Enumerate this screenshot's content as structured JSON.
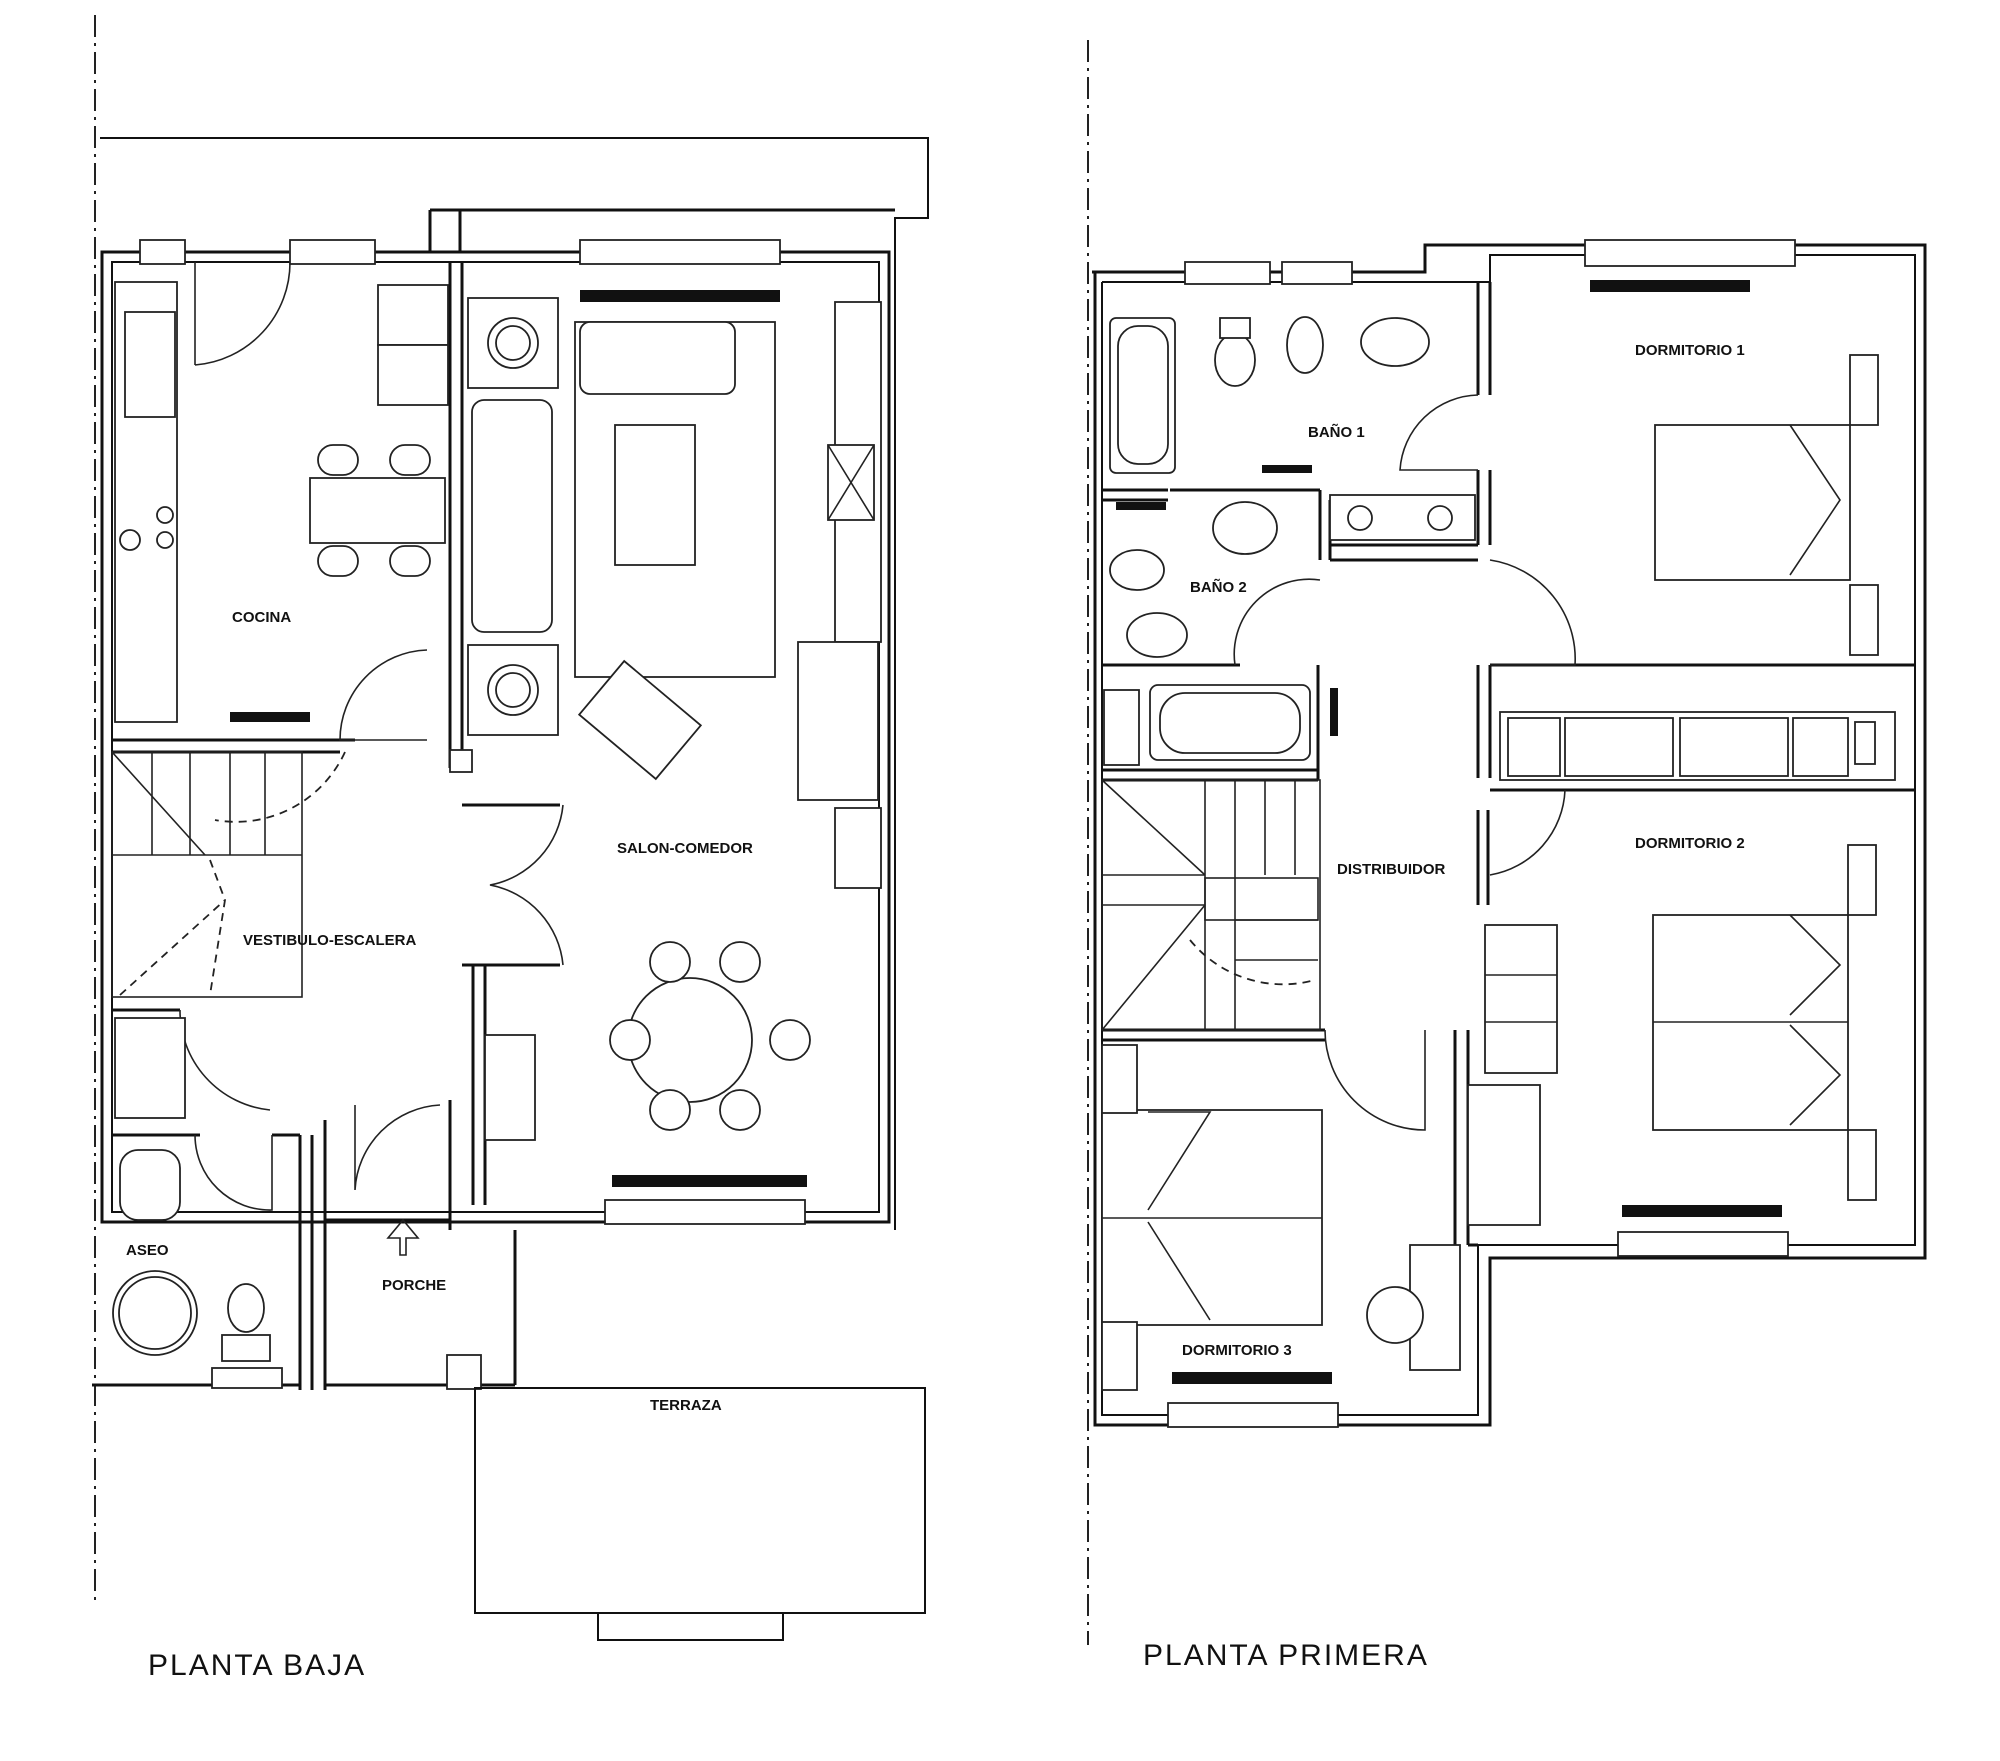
{
  "ground_floor": {
    "title": "PLANTA  BAJA",
    "rooms": {
      "cocina": "COCINA",
      "salon_comedor": "SALON-COMEDOR",
      "vestibulo_escalera": "VESTIBULO-ESCALERA",
      "aseo": "ASEO",
      "porche": "PORCHE",
      "terraza": "TERRAZA"
    }
  },
  "first_floor": {
    "title": "PLANTA  PRIMERA",
    "rooms": {
      "dormitorio_1": "DORMITORIO  1",
      "dormitorio_2": "DORMITORIO  2",
      "dormitorio_3": "DORMITORIO  3",
      "bano_1": "BAÑO  1",
      "bano_2": "BAÑO  2",
      "distribuidor": "DISTRIBUIDOR"
    }
  }
}
